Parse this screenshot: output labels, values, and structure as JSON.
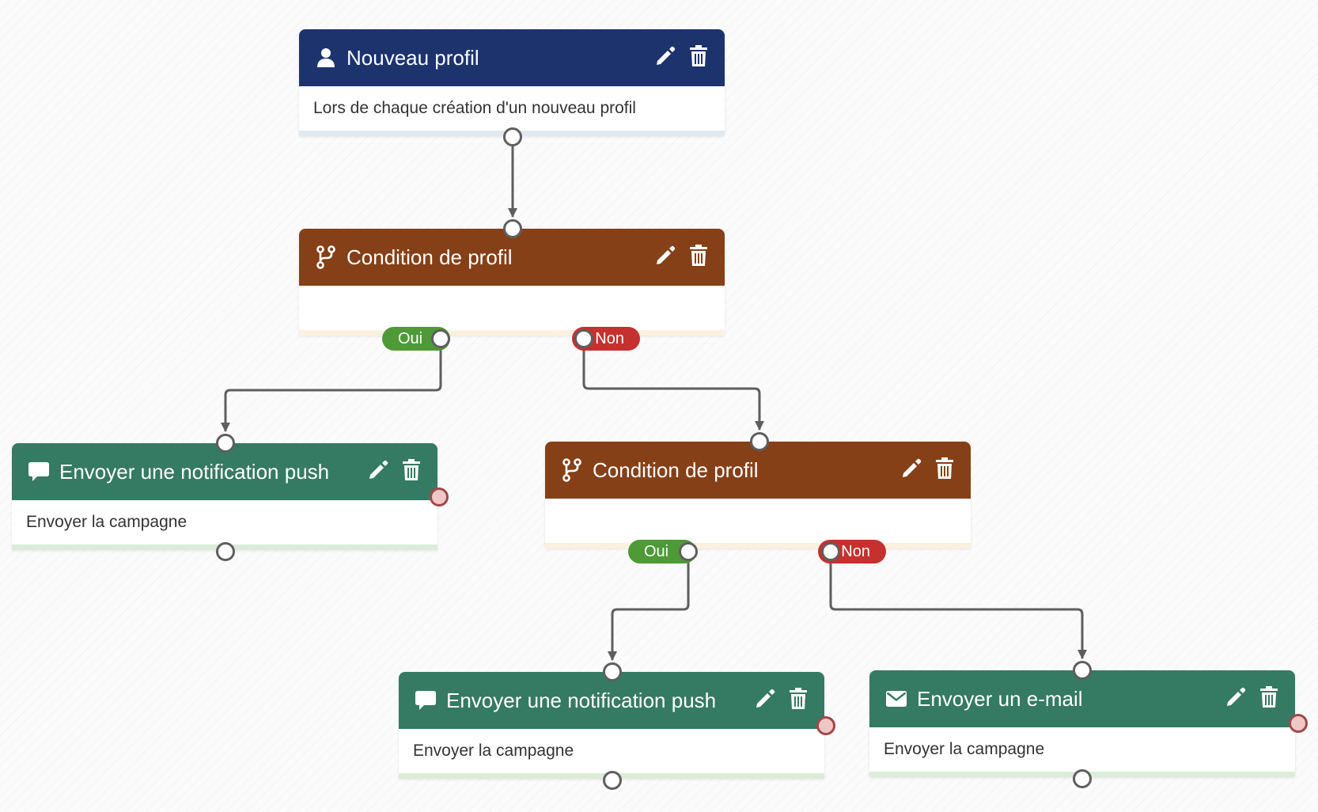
{
  "colors": {
    "trigger_header": "#1c336e",
    "condition_header": "#864018",
    "action_header": "#357a63",
    "branch_yes": "#4d9a37",
    "branch_no": "#c6302f",
    "connector": "#5e5e5e",
    "error_port": "#a34848"
  },
  "nodes": {
    "trigger": {
      "icon": "user-icon",
      "title": "Nouveau profil",
      "description": "Lors de chaque création d'un nouveau profil"
    },
    "condition_1": {
      "icon": "code-branch-icon",
      "title": "Condition de profil",
      "description": "",
      "yes_label": "Oui",
      "no_label": "Non"
    },
    "push_1": {
      "icon": "comment-icon",
      "title": "Envoyer une notification push",
      "description": "Envoyer la campagne"
    },
    "condition_2": {
      "icon": "code-branch-icon",
      "title": "Condition de profil",
      "description": "",
      "yes_label": "Oui",
      "no_label": "Non"
    },
    "push_2": {
      "icon": "comment-icon",
      "title": "Envoyer une notification push",
      "description": "Envoyer la campagne"
    },
    "email": {
      "icon": "envelope-icon",
      "title": "Envoyer un e-mail",
      "description": "Envoyer la campagne"
    }
  },
  "node_actions": {
    "edit_icon": "pencil-icon",
    "delete_icon": "trash-icon"
  }
}
